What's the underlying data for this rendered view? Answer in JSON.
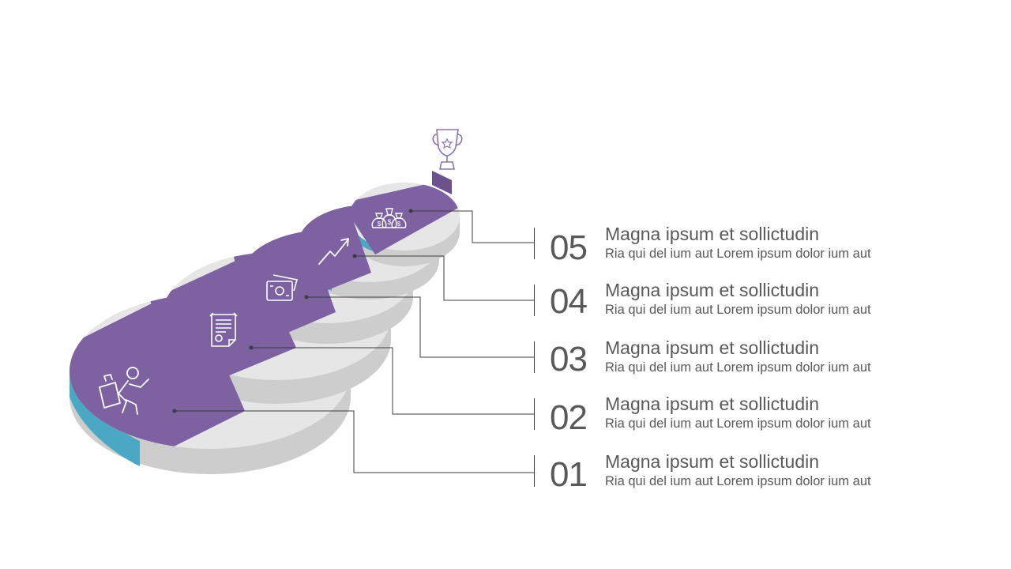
{
  "colors": {
    "accent": "#7d61a0",
    "accent_side": "#4aa8c4",
    "disc_top": "#e6e6e6",
    "disc_side": "#cdcdcd",
    "text": "#595959",
    "connector": "#3c3c3c"
  },
  "trophy_icon": "trophy-icon",
  "steps": [
    {
      "number": "01",
      "title": "Magna ipsum et sollictudin",
      "description": "Ria qui del ium aut Lorem ipsum dolor ium aut",
      "icon": "running-businessman-icon"
    },
    {
      "number": "02",
      "title": "Magna ipsum et sollictudin",
      "description": "Ria qui del ium aut Lorem ipsum dolor ium aut",
      "icon": "certificate-icon"
    },
    {
      "number": "03",
      "title": "Magna ipsum et sollictudin",
      "description": "Ria qui del ium aut Lorem ipsum dolor ium aut",
      "icon": "cash-icon"
    },
    {
      "number": "04",
      "title": "Magna ipsum et sollictudin",
      "description": "Ria qui del ium aut Lorem ipsum dolor ium aut",
      "icon": "growth-arrow-icon"
    },
    {
      "number": "05",
      "title": "Magna ipsum et sollictudin",
      "description": "Ria qui del ium aut Lorem ipsum dolor ium aut",
      "icon": "money-bags-icon"
    }
  ]
}
